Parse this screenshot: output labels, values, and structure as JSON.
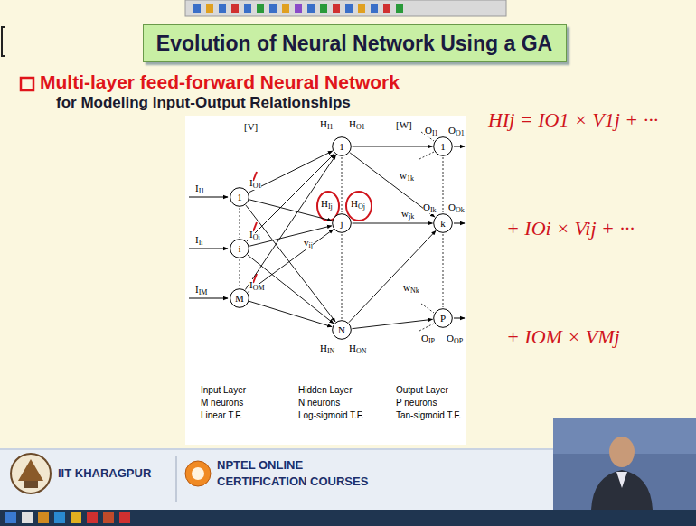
{
  "diagram": {
    "title": "Evolution of Neural Network Using a GA",
    "nodes": [
      {
        "text": [
          "1"
        ]
      },
      {
        "text": [
          "i"
        ]
      },
      {
        "text": [
          "M"
        ]
      },
      {
        "text": [
          "1"
        ]
      },
      {
        "text": [
          "j"
        ]
      },
      {
        "text": [
          "N"
        ]
      },
      {
        "text": [
          "1"
        ]
      },
      {
        "text": [
          "k"
        ]
      },
      {
        "text": [
          "P"
        ]
      }
    ],
    "edges": [
      {
        "from": 0,
        "to": 3,
        "arrow": "to"
      },
      {
        "from": 0,
        "to": 4,
        "arrow": "to"
      },
      {
        "from": 0,
        "to": 5,
        "arrow": "to"
      },
      {
        "from": 1,
        "to": 3,
        "arrow": "to"
      },
      {
        "from": 1,
        "to": 4,
        "arrow": "to"
      },
      {
        "from": 1,
        "to": 5,
        "arrow": "to"
      },
      {
        "from": 2,
        "to": 3,
        "arrow": "to"
      },
      {
        "from": 2,
        "to": 4,
        "arrow": "to"
      },
      {
        "from": 2,
        "to": 5,
        "arrow": "to"
      },
      {
        "from": 3,
        "to": 6,
        "arrow": "to"
      },
      {
        "from": 3,
        "to": 7,
        "arrow": "to"
      },
      {
        "from": 4,
        "to": 7,
        "arrow": "to"
      },
      {
        "from": 5,
        "to": 7,
        "arrow": "to"
      },
      {
        "from": 5,
        "to": 8,
        "arrow": "to"
      }
    ],
    "labels": [
      "Multi-layer feed-forward Neural Network",
      "for Modeling Input-Output Relationships",
      "[V]",
      "[W]",
      "H",
      "I1",
      "H",
      "O1",
      "I",
      "I1",
      "I",
      "O1",
      "I",
      "Ii",
      "I",
      "Oi",
      "I",
      "IM",
      "I",
      "OM",
      "H",
      "Ij",
      "H",
      "Oj",
      "v",
      "ij",
      "w",
      "1k",
      "w",
      "jk",
      "w",
      "Nk",
      "H",
      "IN",
      "H",
      "ON",
      "O",
      "I1",
      "O",
      "O1",
      "O",
      "Ik",
      "O",
      "Ok",
      "O",
      "IP",
      "O",
      "OP",
      "Input Layer",
      "M neurons",
      "Linear T.F.",
      "Hidden Layer",
      "N neurons",
      "Log-sigmoid T.F.",
      "Output Layer",
      "P neurons",
      "Tan-sigmoid T.F.",
      "HIj = IO1 × V1j + ···",
      "+ IOi × Vij + ···",
      "+ IOM × VMj",
      "IIT KHARAGPUR",
      "NPTEL ONLINE",
      "CERTIFICATION COURSES"
    ]
  }
}
